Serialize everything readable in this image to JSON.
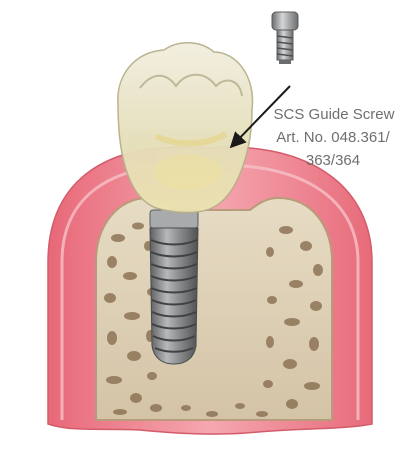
{
  "callout": {
    "line1": "SCS Guide Screw",
    "line2": "Art. No. 048.361/",
    "line3": "363/364"
  },
  "colors": {
    "gum": "#ec7a88",
    "gum_light": "#f4aab2",
    "bone": "#d8c8ac",
    "bone_pores": "#8d7456",
    "crown": "#e8e2c2",
    "implant": "#8a8c8e",
    "text": "#6f6f6f"
  }
}
